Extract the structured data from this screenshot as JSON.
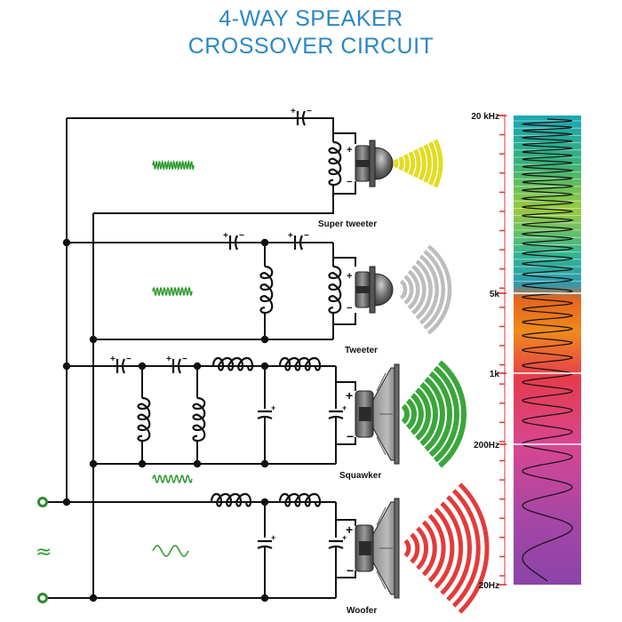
{
  "title": {
    "line1": "4-WAY SPEAKER",
    "line2": "CROSSOVER CIRCUIT"
  },
  "speakers": [
    {
      "label": "Super tweeter",
      "waves_color": "#e2dc24"
    },
    {
      "label": "Tweeter",
      "waves_color": "#bdbdbd"
    },
    {
      "label": "Squawker",
      "waves_color": "#3aa63a"
    },
    {
      "label": "Woofer",
      "waves_color": "#e33b3b"
    }
  ],
  "polarity": {
    "plus": "+",
    "minus": "−"
  },
  "source_symbol": "≈",
  "frequency_scale": {
    "labels": [
      "20 kHz",
      "5k",
      "1k",
      "200Hz",
      "20Hz"
    ]
  },
  "colors": {
    "title": "#2b87c4",
    "wire": "#111111",
    "signal_wave": "#2e9a2e",
    "terminal": "#2e8b2e"
  }
}
